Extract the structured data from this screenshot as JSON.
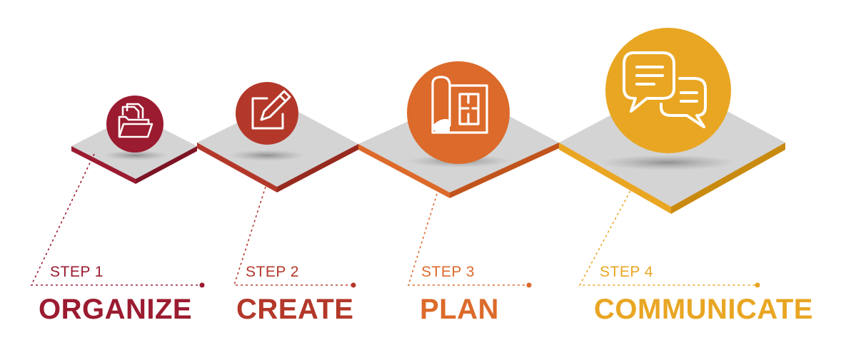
{
  "steps": [
    {
      "label": "STEP 1",
      "title": "ORGANIZE",
      "color": "#9b1b30",
      "icon": "folder-documents-icon"
    },
    {
      "label": "STEP 2",
      "title": "CREATE",
      "color": "#b3382a",
      "icon": "edit-pencil-icon"
    },
    {
      "label": "STEP 3",
      "title": "PLAN",
      "color": "#dc6a2a",
      "icon": "blueprint-icon"
    },
    {
      "label": "STEP 4",
      "title": "COMMUNICATE",
      "color": "#e9a623",
      "icon": "chat-bubbles-icon"
    }
  ],
  "colors": {
    "tile_top": "#d4d4d4",
    "shadow": "#9a9a9a"
  }
}
